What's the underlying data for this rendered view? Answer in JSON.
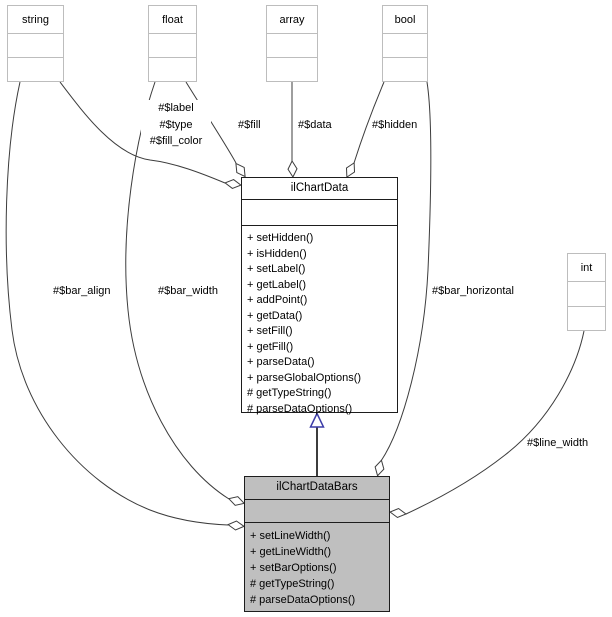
{
  "diagram": {
    "kind": "uml-collaboration-diagram",
    "colors": {
      "current_class_fill": "#bfbfbf",
      "class_border": "#1d1d1d",
      "type_node_border": "#bdbdbd",
      "edge": "#3c3c3c",
      "inheritance_arrow": "#3d3da8",
      "background": "#ffffff"
    }
  },
  "types": [
    {
      "label": "string"
    },
    {
      "label": "float"
    },
    {
      "label": "array"
    },
    {
      "label": "bool"
    },
    {
      "label": "int"
    }
  ],
  "classes": {
    "ilChartData": {
      "name": "ilChartData",
      "methods": [
        "+ setHidden()",
        "+ isHidden()",
        "+ setLabel()",
        "+ getLabel()",
        "+ addPoint()",
        "+ getData()",
        "+ setFill()",
        "+ getFill()",
        "+ parseData()",
        "+ parseGlobalOptions()",
        "# getTypeString()",
        "# parseDataOptions()"
      ]
    },
    "ilChartDataBars": {
      "name": "ilChartDataBars",
      "methods": [
        "+ setLineWidth()",
        "+ getLineWidth()",
        "+ setBarOptions()",
        "# getTypeString()",
        "# parseDataOptions()"
      ]
    }
  },
  "edges": [
    {
      "from": "string",
      "to": "ilChartData",
      "kind": "aggregation",
      "labels": [
        "#$label",
        "#$type",
        "#$fill_color"
      ]
    },
    {
      "from": "float",
      "to": "ilChartData",
      "kind": "aggregation",
      "labels": [
        "#$fill"
      ]
    },
    {
      "from": "array",
      "to": "ilChartData",
      "kind": "aggregation",
      "labels": [
        "#$data"
      ]
    },
    {
      "from": "bool",
      "to": "ilChartData",
      "kind": "aggregation",
      "labels": [
        "#$hidden"
      ]
    },
    {
      "from": "string",
      "to": "ilChartDataBars",
      "kind": "aggregation",
      "labels": [
        "#$bar_align"
      ]
    },
    {
      "from": "float",
      "to": "ilChartDataBars",
      "kind": "aggregation",
      "labels": [
        "#$bar_width"
      ]
    },
    {
      "from": "bool",
      "to": "ilChartDataBars",
      "kind": "aggregation",
      "labels": [
        "#$bar_horizontal"
      ]
    },
    {
      "from": "int",
      "to": "ilChartDataBars",
      "kind": "aggregation",
      "labels": [
        "#$line_width"
      ]
    },
    {
      "from": "ilChartDataBars",
      "to": "ilChartData",
      "kind": "inheritance",
      "labels": []
    }
  ]
}
